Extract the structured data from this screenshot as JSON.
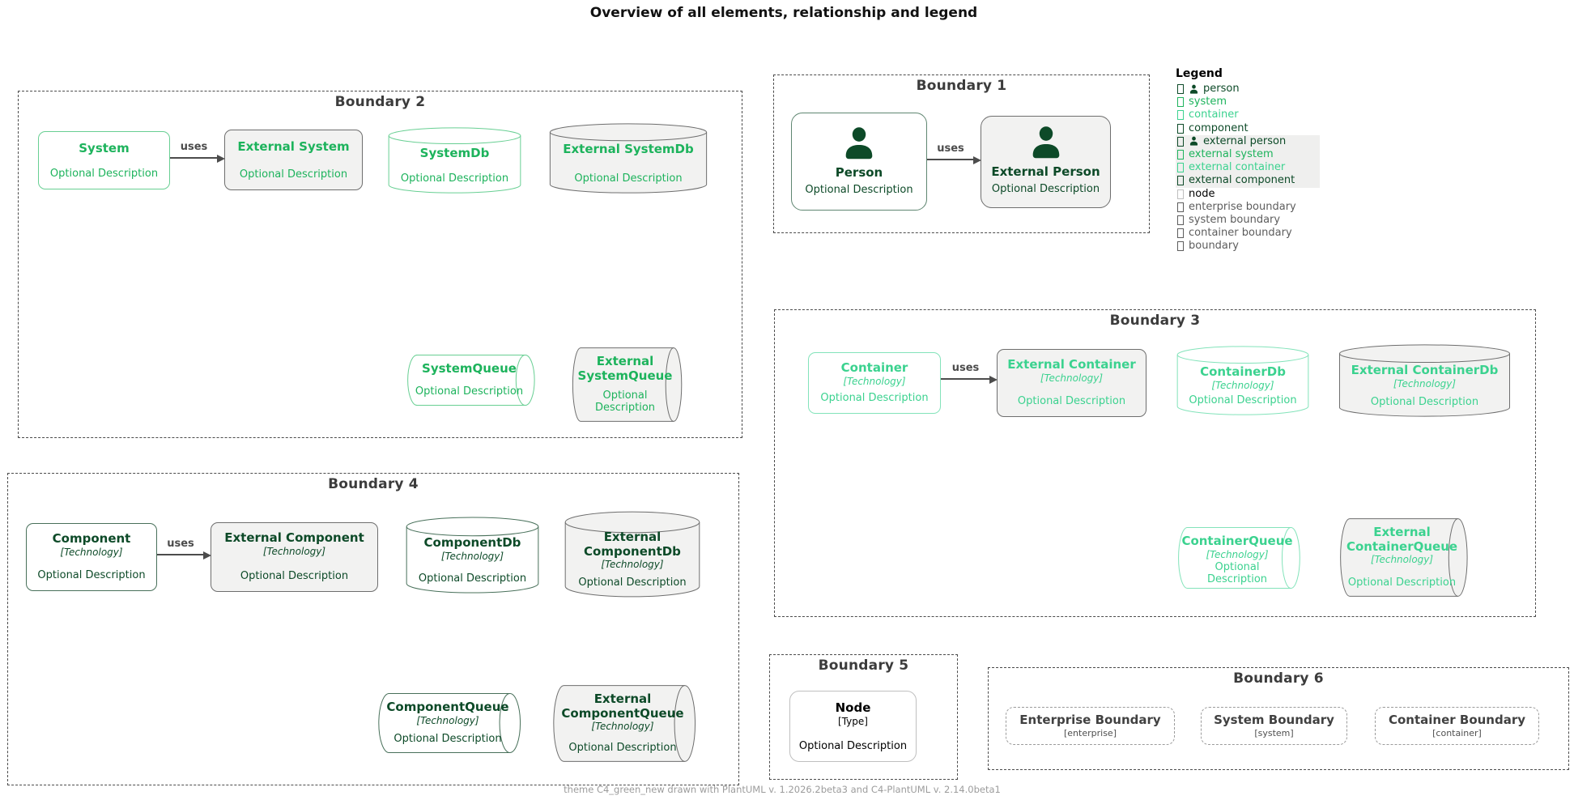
{
  "title": "Overview of all elements, relationship and legend",
  "footer": "theme C4_green_new drawn with PlantUML v. 1.2026.2beta3 and C4-PlantUML v. 2.14.0beta1",
  "relation_label": "uses",
  "boundaries": {
    "b1": "Boundary 1",
    "b2": "Boundary 2",
    "b3": "Boundary 3",
    "b4": "Boundary 4",
    "b5": "Boundary 5",
    "b6": "Boundary 6"
  },
  "nodes": {
    "system": {
      "title": "System",
      "desc": "Optional Description"
    },
    "external_system": {
      "title": "External System",
      "desc": "Optional Description"
    },
    "systemdb": {
      "title": "SystemDb",
      "desc": "Optional Description"
    },
    "external_systemdb": {
      "title": "External SystemDb",
      "desc": "Optional Description"
    },
    "systemqueue": {
      "title": "SystemQueue",
      "desc": "Optional Description"
    },
    "external_systemqueue": {
      "title": "External SystemQueue",
      "desc": "Optional Description"
    },
    "person": {
      "title": "Person",
      "desc": "Optional Description"
    },
    "external_person": {
      "title": "External Person",
      "desc": "Optional Description"
    },
    "container": {
      "title": "Container",
      "tech": "[Technology]",
      "desc": "Optional Description"
    },
    "external_container": {
      "title": "External Container",
      "tech": "[Technology]",
      "desc": "Optional Description"
    },
    "containerdb": {
      "title": "ContainerDb",
      "tech": "[Technology]",
      "desc": "Optional Description"
    },
    "external_containerdb": {
      "title": "External ContainerDb",
      "tech": "[Technology]",
      "desc": "Optional Description"
    },
    "containerqueue": {
      "title": "ContainerQueue",
      "tech": "[Technology]",
      "desc": "Optional Description"
    },
    "external_containerqueue": {
      "title": "External ContainerQueue",
      "tech": "[Technology]",
      "desc": "Optional Description"
    },
    "component": {
      "title": "Component",
      "tech": "[Technology]",
      "desc": "Optional Description"
    },
    "external_component": {
      "title": "External Component",
      "tech": "[Technology]",
      "desc": "Optional Description"
    },
    "componentdb": {
      "title": "ComponentDb",
      "tech": "[Technology]",
      "desc": "Optional Description"
    },
    "external_componentdb": {
      "title": "External ComponentDb",
      "tech": "[Technology]",
      "desc": "Optional Description"
    },
    "componentqueue": {
      "title": "ComponentQueue",
      "tech": "[Technology]",
      "desc": "Optional Description"
    },
    "external_componentqueue": {
      "title": "External ComponentQueue",
      "tech": "[Technology]",
      "desc": "Optional Description"
    },
    "node": {
      "title": "Node",
      "tech": "[Type]",
      "desc": "Optional Description"
    },
    "enterprise_boundary": {
      "title": "Enterprise Boundary",
      "tech": "[enterprise]"
    },
    "system_boundary": {
      "title": "System Boundary",
      "tech": "[system]"
    },
    "container_boundary": {
      "title": "Container Boundary",
      "tech": "[container]"
    }
  },
  "legend": {
    "title": "Legend",
    "items": [
      {
        "label": "person"
      },
      {
        "label": "system"
      },
      {
        "label": "container"
      },
      {
        "label": "component"
      },
      {
        "label": "external person"
      },
      {
        "label": "external system"
      },
      {
        "label": "external container"
      },
      {
        "label": "external component"
      },
      {
        "label": "node"
      },
      {
        "label": "enterprise boundary"
      },
      {
        "label": "system boundary"
      },
      {
        "label": "container boundary"
      },
      {
        "label": "boundary"
      }
    ]
  },
  "colors": {
    "system_green": "#1db35c",
    "container_mint": "#3bd28f",
    "person_component_green": "#0d4a28",
    "external_fill": "#f2f2f1",
    "external_border": "#6e6e6e",
    "boundary_gray": "#4b4b4b",
    "arrow_gray": "#4c4c4c"
  }
}
